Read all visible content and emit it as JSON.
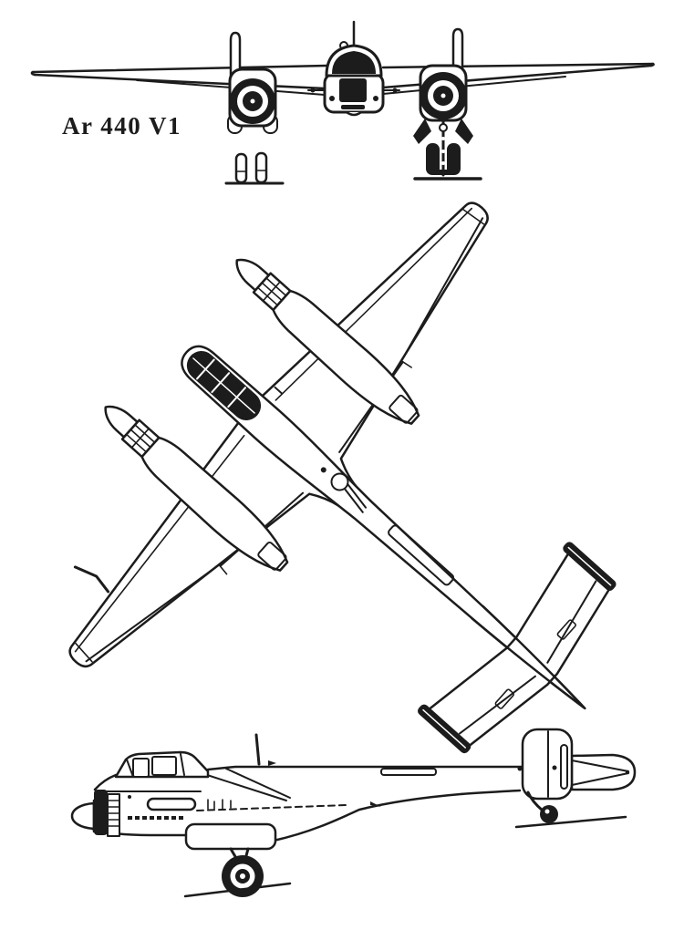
{
  "label": {
    "text": "Ar 440 V1"
  },
  "drawing": {
    "ink_color": "#1c1c1c",
    "paper_color": "#ffffff",
    "views": [
      "front view",
      "plan view (rotated)",
      "side view"
    ]
  }
}
